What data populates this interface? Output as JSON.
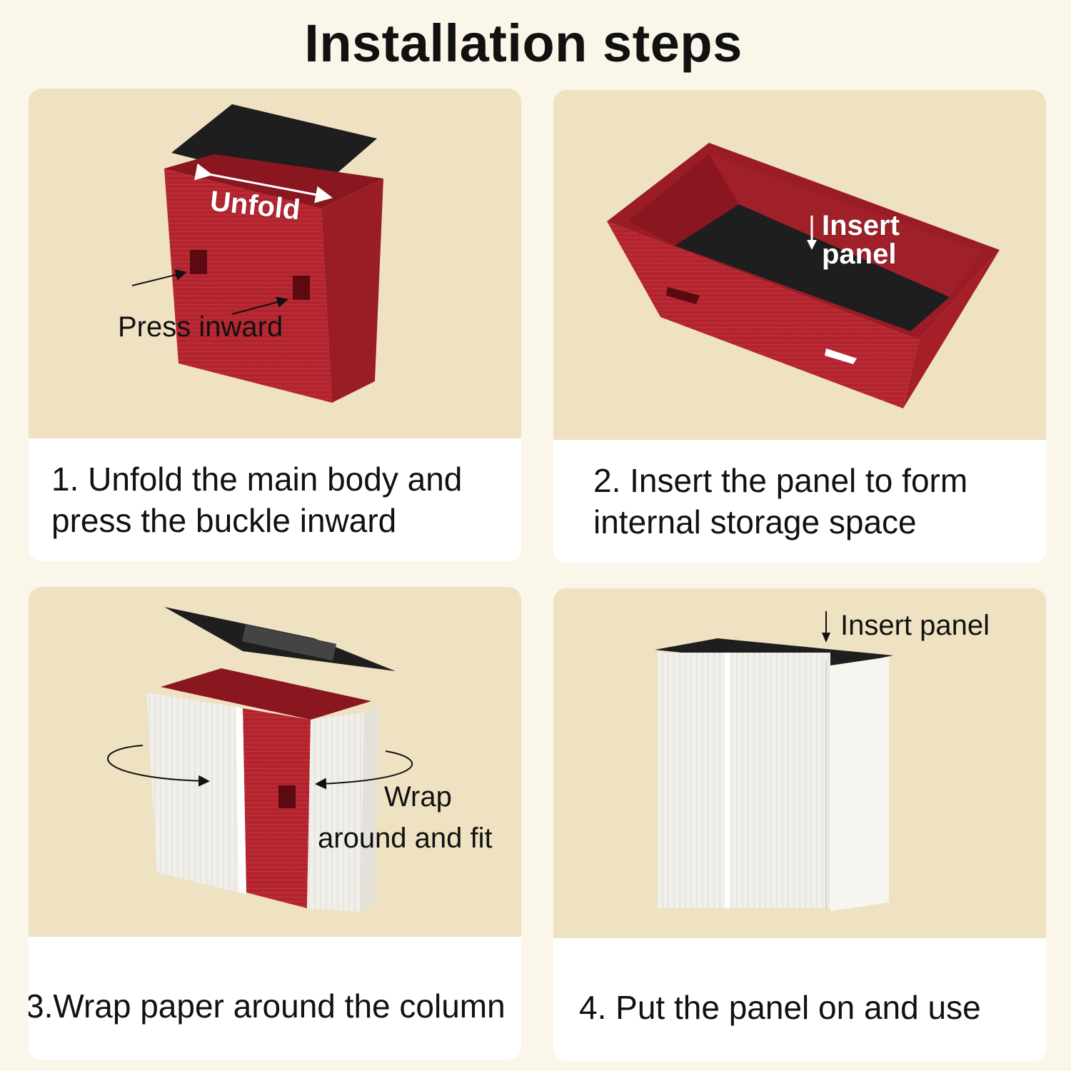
{
  "title": "Installation steps",
  "steps": [
    {
      "caption": "1. Unfold the main body and press the buckle inward",
      "labels": {
        "unfold": "Unfold",
        "press": "Press inward"
      }
    },
    {
      "caption": "2. Insert the panel to form internal storage space",
      "labels": {
        "insert_line1": "Insert",
        "insert_line2": "panel"
      }
    },
    {
      "caption": "3.Wrap paper around the column",
      "labels": {
        "wrap_line1": "Wrap",
        "wrap_line2": "around and fit"
      }
    },
    {
      "caption": "4. Put the panel on and use",
      "labels": {
        "insert": "Insert panel"
      }
    }
  ],
  "colors": {
    "page_bg": "#fbf6ea",
    "illustration_bg": "#efe2c3",
    "box_red": "#b2232e",
    "panel_black": "#1e1e1e",
    "paper_white": "#f1efea"
  }
}
